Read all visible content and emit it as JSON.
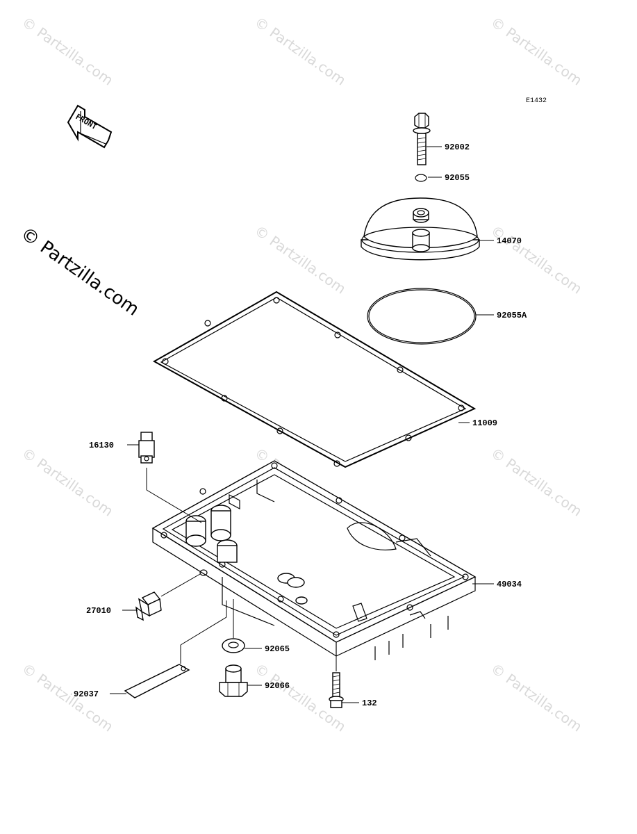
{
  "diagram_code": "E1432",
  "front_arrow_label": "FRONT",
  "copyright": "© Partzilla.com",
  "watermark_text": "© Partzilla.com",
  "parts": [
    {
      "id": "92002",
      "label": "92002"
    },
    {
      "id": "92055",
      "label": "92055"
    },
    {
      "id": "14070",
      "label": "14070"
    },
    {
      "id": "92055A",
      "label": "92055A"
    },
    {
      "id": "11009",
      "label": "11009"
    },
    {
      "id": "16130",
      "label": "16130"
    },
    {
      "id": "49034",
      "label": "49034"
    },
    {
      "id": "27010",
      "label": "27010"
    },
    {
      "id": "92065",
      "label": "92065"
    },
    {
      "id": "92066",
      "label": "92066"
    },
    {
      "id": "92037",
      "label": "92037"
    },
    {
      "id": "132",
      "label": "132"
    }
  ]
}
